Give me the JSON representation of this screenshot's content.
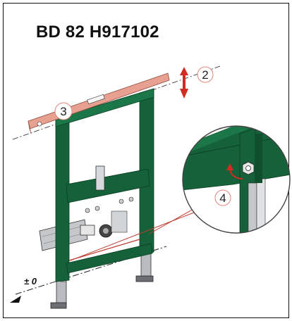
{
  "title": "BD 82 H917102",
  "callouts": {
    "step_2": "2",
    "step_3": "3",
    "step_4": "4"
  },
  "floor_label": "± 0",
  "colors": {
    "frame_green": "#15613a",
    "level_red": "#e8a090",
    "arrow_red": "#d42a1f",
    "steel_grey": "#b8bcc0"
  },
  "icons": {
    "height_adjust": "double-arrow-up-down-icon",
    "rotate": "curved-arrow-icon",
    "bolt": "hex-bolt-icon"
  }
}
